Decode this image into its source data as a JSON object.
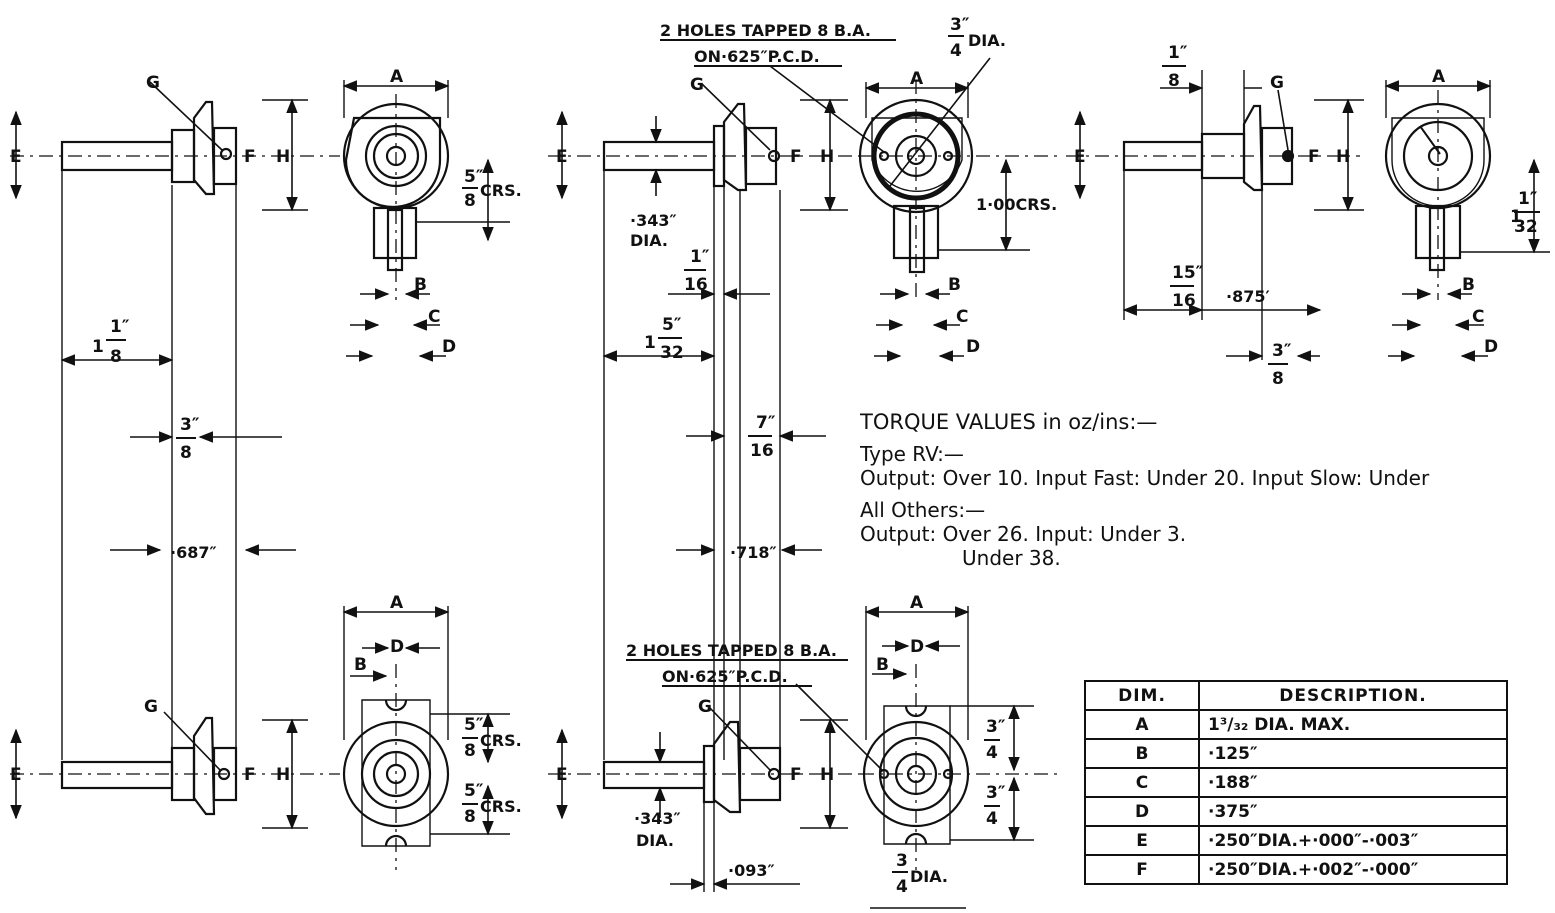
{
  "labels": {
    "A": "A",
    "B": "B",
    "C": "C",
    "D": "D",
    "E": "E",
    "F": "F",
    "G": "G",
    "H": "H"
  },
  "dimensions": {
    "five_eighths_crs": "CRS.",
    "one_crs": "1·00CRS.",
    "dia_343": "·343″",
    "dia_word": "DIA.",
    "one_and": "1",
    "len_687": "·687″",
    "len_718": "·718″",
    "len_875": "·875′",
    "len_093": "·093″",
    "three_quarter_dia": "DIA.",
    "dia_label": "DIA."
  },
  "notes": {
    "holes_line1": "2 HOLES TAPPED 8 B.A.",
    "holes_line2": "ON·625″P.C.D."
  },
  "torque": {
    "title": "TORQUE VALUES in oz/ins:—",
    "type_rv": "Type RV:—",
    "rv_values": "Output: Over  10. Input Fast: Under  20. Input Slow: Under",
    "all_others": "All Others:—",
    "others_values": "Output: Over 26.   Input: Under 3.",
    "others_values2": "Under 38."
  },
  "table": {
    "headers": [
      "DIM.",
      "DESCRIPTION."
    ],
    "rows": [
      [
        "A",
        "1³/₃₂ DIA. MAX."
      ],
      [
        "B",
        "·125″"
      ],
      [
        "C",
        "·188″"
      ],
      [
        "D",
        "·375″"
      ],
      [
        "E",
        "·250″DIA.+·000″-·003″"
      ],
      [
        "F",
        "·250″DIA.+·002″-·000″"
      ]
    ]
  }
}
